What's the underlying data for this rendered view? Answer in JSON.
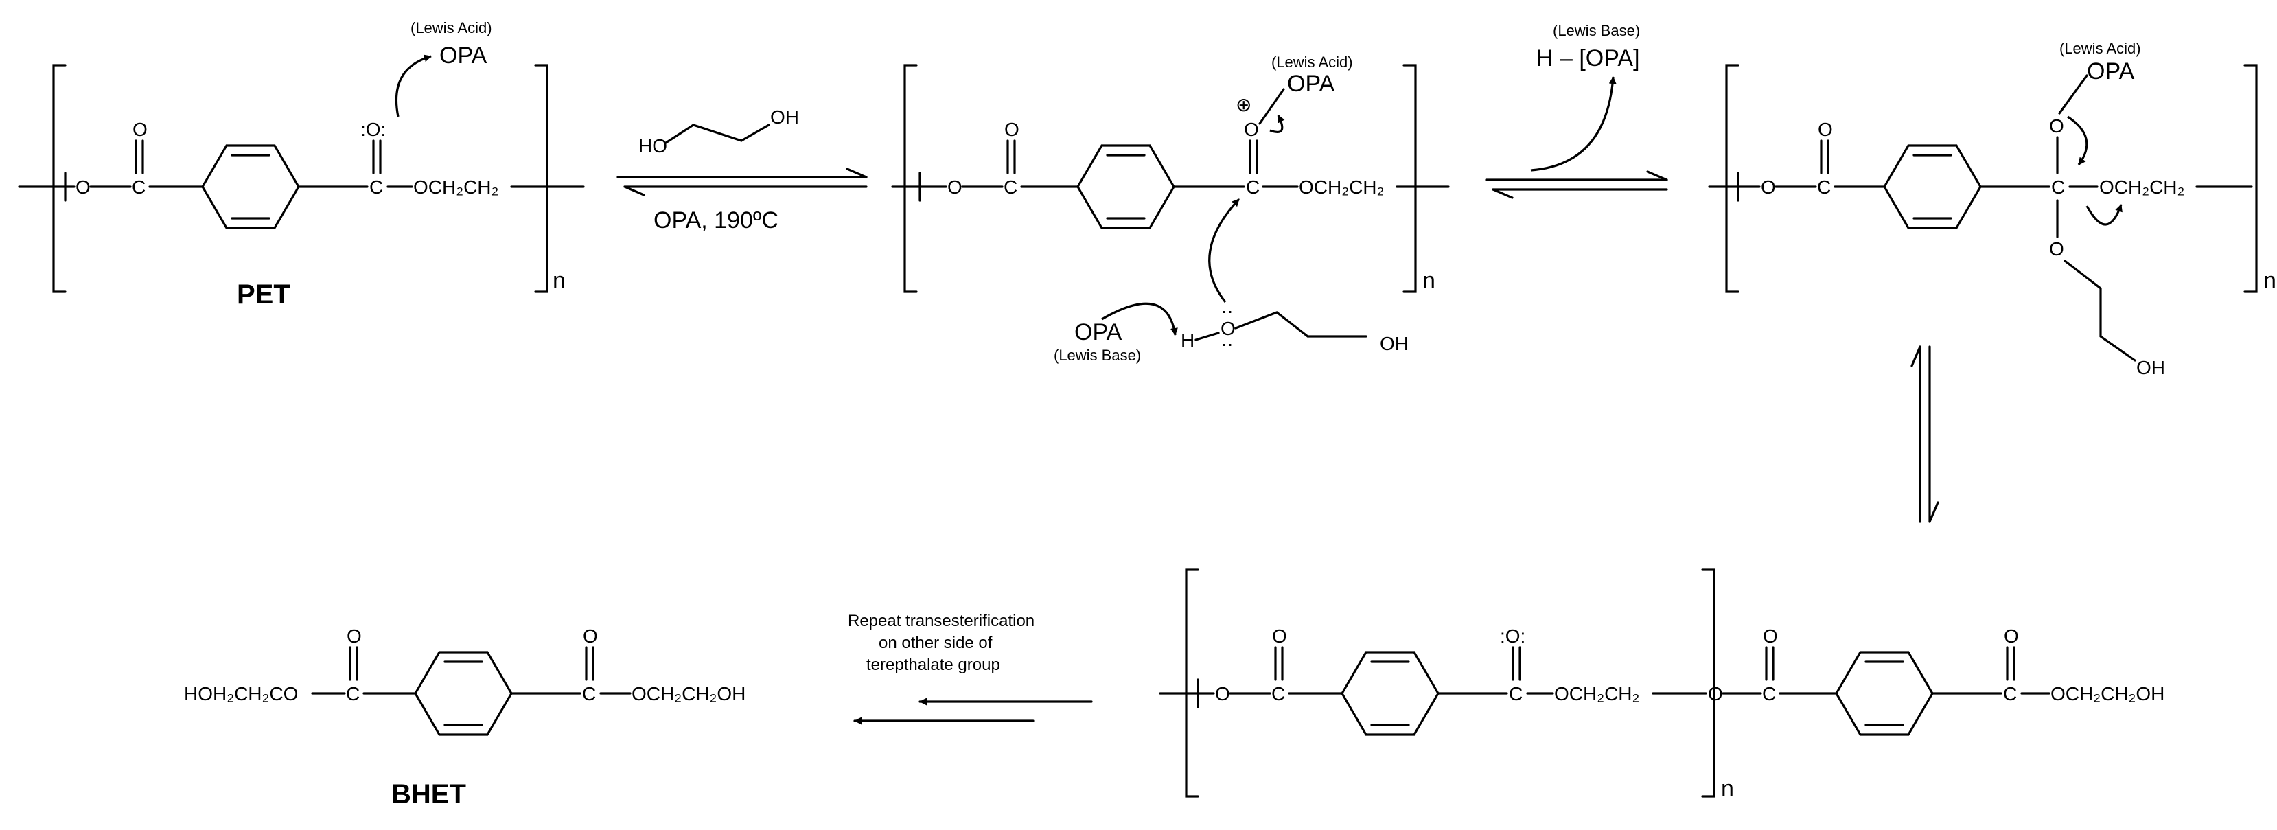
{
  "colors": {
    "lewis_acid": "#e8402b",
    "lewis_base": "#2b5fd6",
    "ink": "#000000"
  },
  "labels": {
    "lewis_acid": "(Lewis Acid)",
    "lewis_base": "(Lewis Base)",
    "opa": "OPA",
    "h_opa": "H – [OPA]",
    "pet": "PET",
    "bhet": "BHET",
    "conditions": "OPA, 190ºC",
    "repeat_line1": "Repeat transesterification",
    "repeat_line2": "on other side of",
    "repeat_line3": "terepthalate group",
    "n": "n"
  },
  "atoms": {
    "O": "O",
    "C": "C",
    "H": "H",
    "HO": "HO",
    "OH": "OH",
    "lone_pair_O": ":O:",
    "OCH2CH2": "OCH₂CH₂",
    "OCH2CH2OH": "OCH₂CH₂OH",
    "HOH2CH2CO": "HOH₂CH₂CO",
    "plus": "⊕",
    "dots": "··"
  }
}
